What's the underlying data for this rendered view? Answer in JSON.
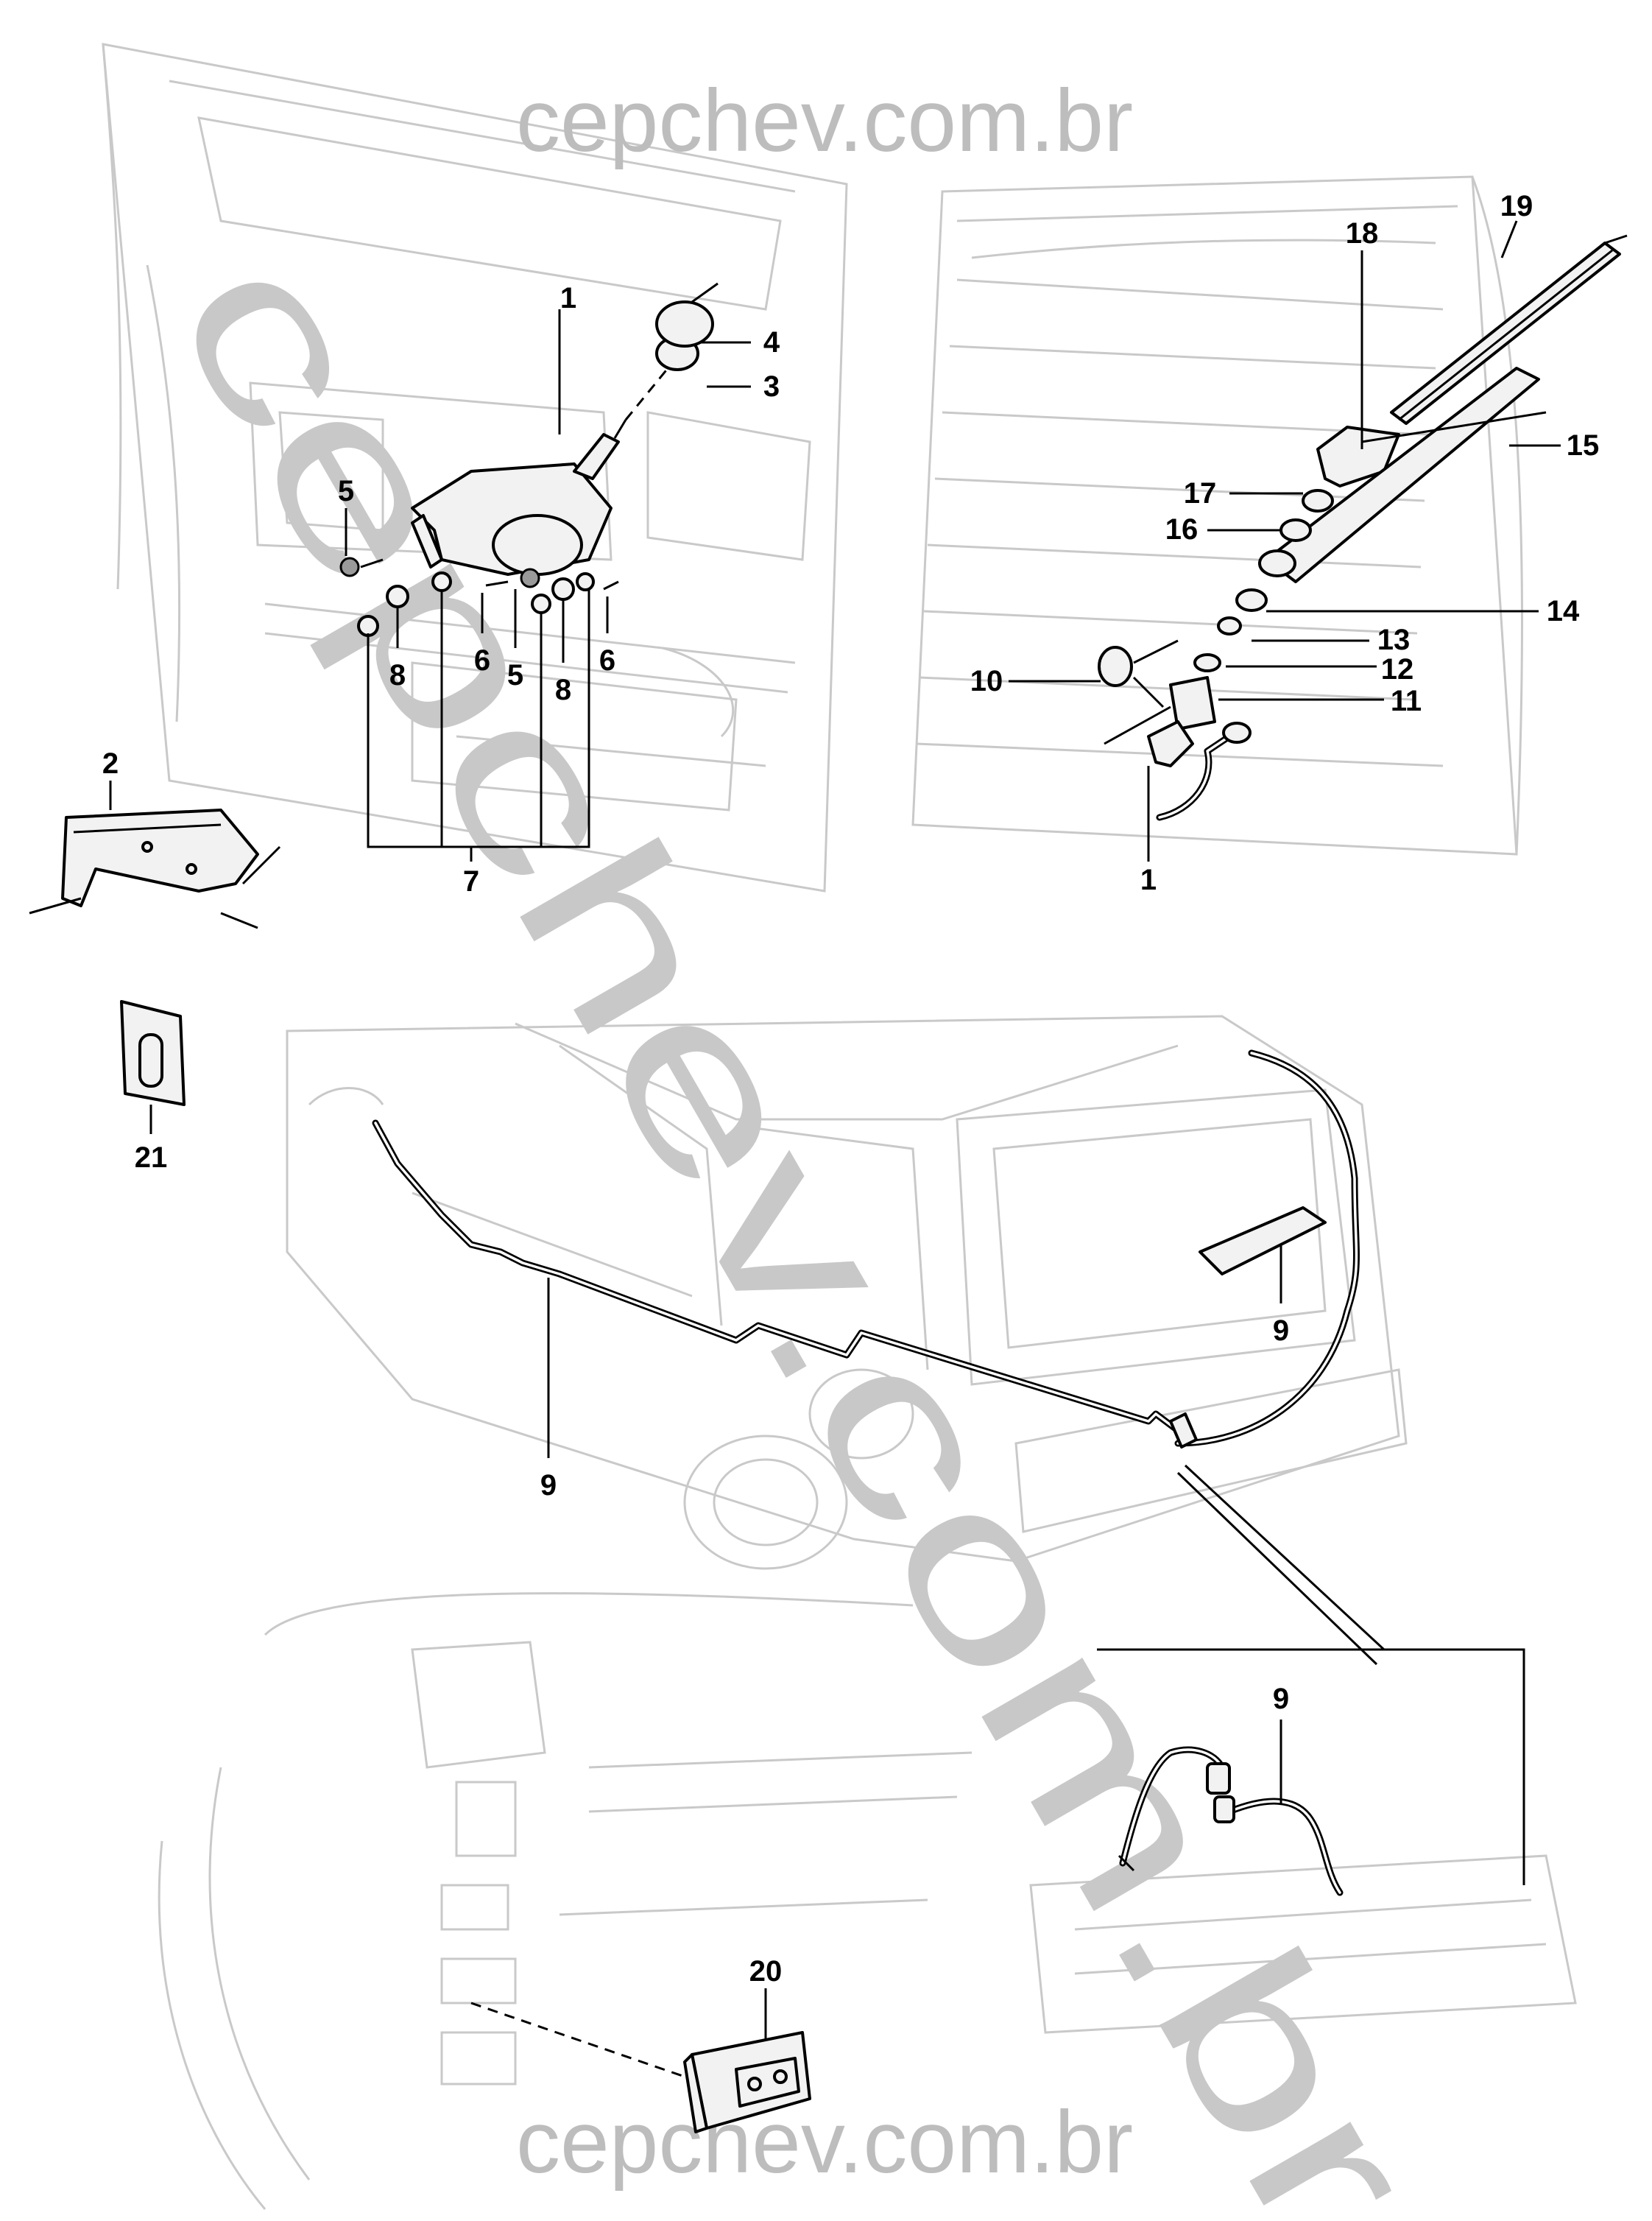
{
  "watermark": {
    "top": "cepchev.com.br",
    "bottom": "cepchev.com.br",
    "diagonal": "cepchev.com.br"
  },
  "callouts": {
    "motor": "1",
    "motor_detail": "1",
    "bracket": "2",
    "seal": "3",
    "cap": "4",
    "bolt_left": "5",
    "bolt_right": "5",
    "nut_left": "6",
    "nut_right": "6",
    "grommet_group": "7",
    "grommet_left": "8",
    "grommet_right": "8",
    "hose_main": "9",
    "hose_rear": "9",
    "hose_detail": "9",
    "nozzle": "10",
    "bushing": "11",
    "washer": "12",
    "spacer": "13",
    "nut_arm": "14",
    "arm": "15",
    "washer_arm": "16",
    "nut_cap": "17",
    "arm_cover": "18",
    "blade": "19",
    "switch": "20",
    "plug": "21"
  }
}
